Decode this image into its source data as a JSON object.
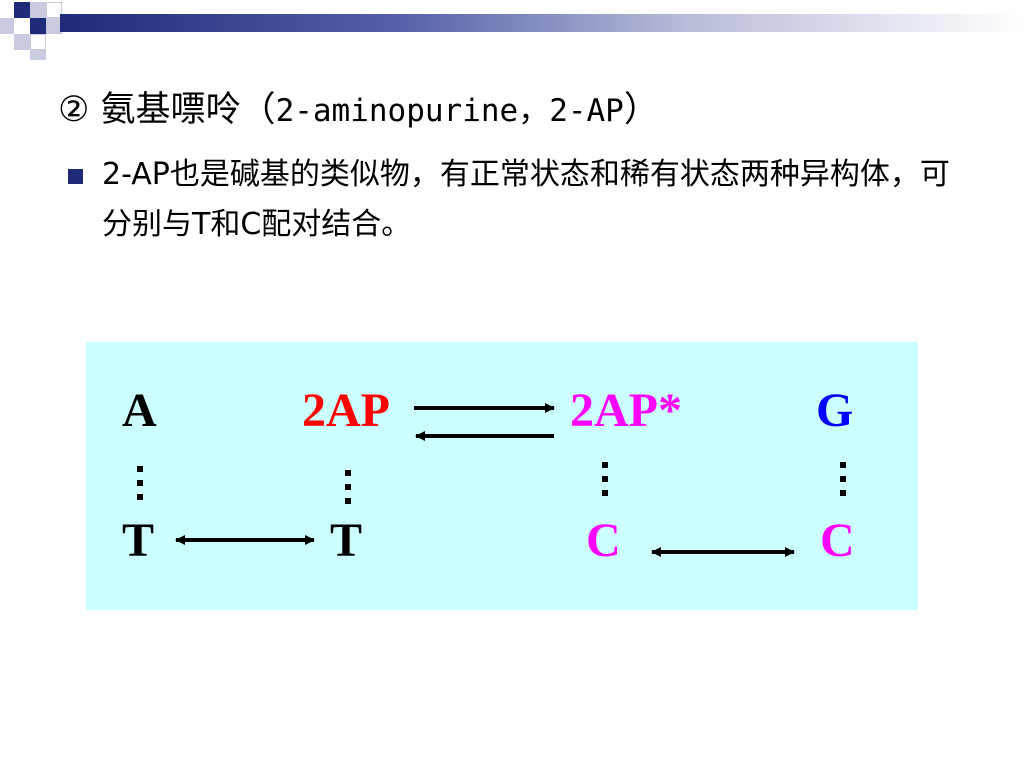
{
  "slide": {
    "title": {
      "circled_number": "②",
      "name": "氨基嘌呤",
      "paren_open": "（",
      "english": "2-aminopurine，2-AP",
      "paren_close": "）"
    },
    "bullet": {
      "text": "2-AP也是碱基的类似物，有正常状态和稀有状态两种异构体，可分别与T和C配对结合。"
    }
  },
  "diagram": {
    "colors": {
      "background": "#ccffff",
      "black": "#000000",
      "red": "#ff0000",
      "magenta": "#ff00ff",
      "blue": "#0000ff"
    },
    "top_row": {
      "a": "A",
      "ap": "2AP",
      "ap_star": "2AP*",
      "g": "G"
    },
    "bottom_row": {
      "t1": "T",
      "t2": "T",
      "c1": "C",
      "c2": "C"
    },
    "pairing_mark": "⋮"
  }
}
